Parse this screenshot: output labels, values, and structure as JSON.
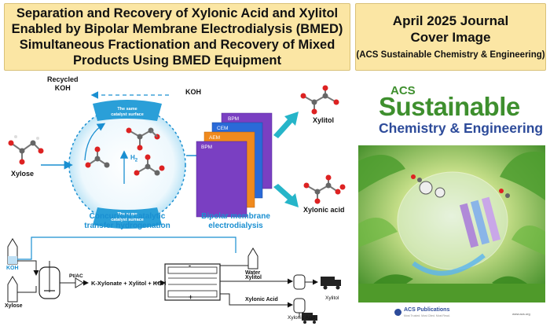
{
  "header": {
    "title_lines": [
      "Separation and Recovery of Xylonic Acid and Xylitol",
      "Enabled by Bipolar Membrane Electrodialysis (BMED)",
      "Simultaneous Fractionation and Recovery of Mixed",
      "Products Using BMED Equipment"
    ]
  },
  "cover_header": {
    "line1": "April 2025 Journal",
    "line2": "Cover Image",
    "line3": "(ACS Sustainable Chemistry & Engineering)"
  },
  "cover": {
    "acs": "ACS",
    "title": "Sustainable",
    "subtitle": "Chemistry & Engineering",
    "publisher": "ACS Publications",
    "tagline": "Most Trusted. Most Cited. Most Read.",
    "url": "www.acs.org"
  },
  "scheme": {
    "recycled_koh_line1": "Recycled",
    "recycled_koh_line2": "KOH",
    "koh": "KOH",
    "xylose": "Xylose",
    "xylitol": "Xylitol",
    "xylonic_acid": "Xylonic acid",
    "catalyst_surface_top_l1": "The same",
    "catalyst_surface_top_l2": "catalyst surface",
    "catalyst_surface_bottom_l1": "The same",
    "catalyst_surface_bottom_l2": "catalyst surface",
    "h2": "H",
    "h2_sub": "2",
    "cth_line1": "Concurrent catalytic",
    "cth_line2": "transfer hydrogenation",
    "bmed_line1": "Bipolar membrane",
    "bmed_line2": "electrodialysis",
    "membranes": [
      "BPM",
      "CEM",
      "AEM",
      "BPM"
    ]
  },
  "process": {
    "koh": "KOH",
    "xylose": "Xylose",
    "catalyst": "Pt/AC",
    "stream": "K-Xylonate + Xylitol + KOH",
    "water": "Water",
    "xylitol_out": "Xylitol",
    "xylonic_out": "Xylonic Acid",
    "xylitol_truck": "Xylitol",
    "xylonic_truck": "Xylonic Acid",
    "minus": "-",
    "plus": "+"
  },
  "colors": {
    "title_bg": "#fbe6a4",
    "accent_blue": "#1a8fd1",
    "arrow_teal": "#26b5c9",
    "bpm": "#7a3fc2",
    "cem": "#2a6ad8",
    "aem": "#f08a1d",
    "sust_green": "#3e8f2e",
    "chem_blue": "#2d4b9a"
  }
}
